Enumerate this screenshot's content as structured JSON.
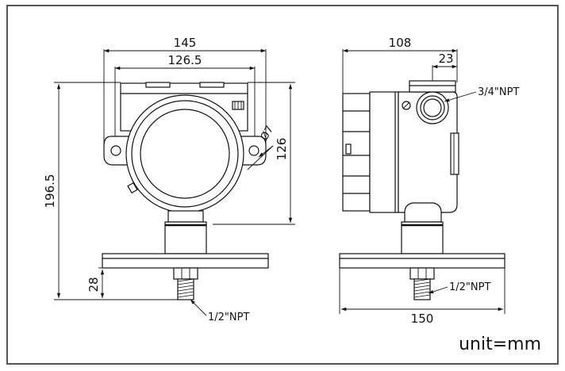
{
  "front_view": {
    "dim_width_outer": "145",
    "dim_width_inner": "126.5",
    "dim_height_total": "196.5",
    "dim_height_body": "126",
    "dim_hole": "Ø7",
    "dim_flange_height": "28",
    "thread_label": "1/2\"NPT"
  },
  "side_view": {
    "dim_depth": "108",
    "dim_offset": "23",
    "conduit_label": "3/4\"NPT",
    "dim_flange_width": "150",
    "thread_label": "1/2\"NPT"
  },
  "unit_note": "unit=mm"
}
